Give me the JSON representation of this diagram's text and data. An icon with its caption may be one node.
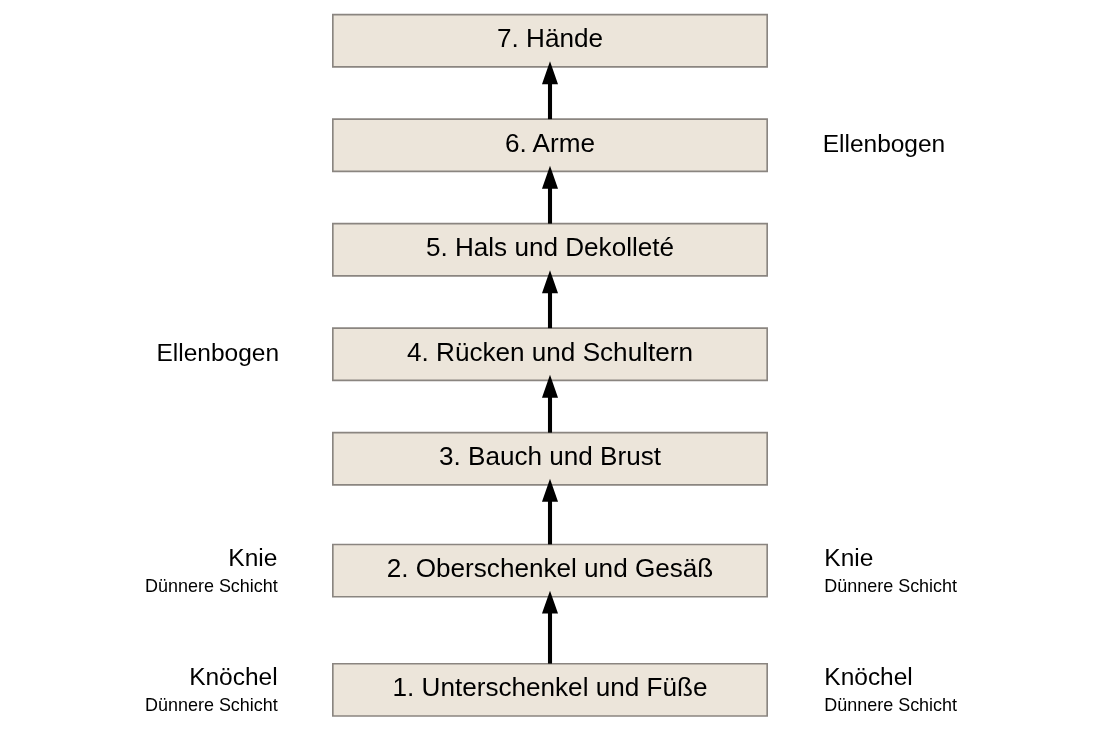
{
  "diagram": {
    "nodes": [
      {
        "text": [
          "7. Hände"
        ]
      },
      {
        "text": [
          "6. Arme"
        ],
        "beside": [
          "Ellenbogen"
        ]
      },
      {
        "text": [
          "5. Hals und Dekolleté"
        ]
      },
      {
        "text": [
          "4. Rücken und Schultern"
        ],
        "beside": [
          "Ellenbogen"
        ]
      },
      {
        "text": [
          "3. Bauch und Brust"
        ]
      },
      {
        "text": [
          "2. Oberschenkel und Gesäß"
        ],
        "beside": [
          "Knie",
          "Dünnere Schicht",
          "Knie",
          "Dünnere Schicht"
        ]
      },
      {
        "text": [
          "1. Unterschenkel und Füße"
        ],
        "beside": [
          "Knöchel",
          "Dünnere Schicht",
          "Knöchel",
          "Dünnere Schicht"
        ]
      }
    ],
    "edges": [
      {
        "from": 6,
        "to": 5,
        "arrow": "to"
      },
      {
        "from": 5,
        "to": 4,
        "arrow": "to"
      },
      {
        "from": 4,
        "to": 3,
        "arrow": "to"
      },
      {
        "from": 3,
        "to": 2,
        "arrow": "to"
      },
      {
        "from": 2,
        "to": 1,
        "arrow": "to"
      },
      {
        "from": 1,
        "to": 0,
        "arrow": "to"
      }
    ]
  }
}
